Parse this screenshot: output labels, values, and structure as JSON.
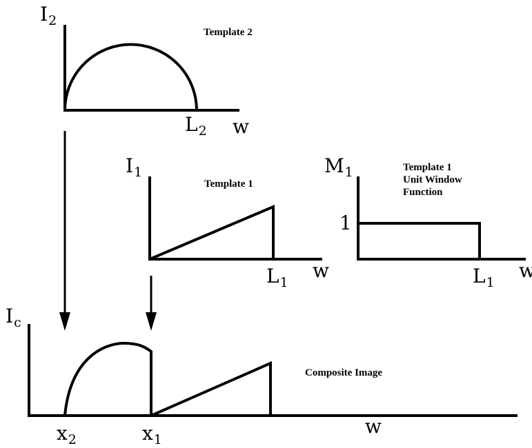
{
  "template2": {
    "caption": "Template 2",
    "y_axis": {
      "main": "I",
      "sub": "2"
    },
    "x_mark": {
      "main": "L",
      "sub": "2"
    },
    "x_axis": "w"
  },
  "template1": {
    "caption": "Template 1",
    "y_axis": {
      "main": "I",
      "sub": "1"
    },
    "x_mark": {
      "main": "L",
      "sub": "1"
    },
    "x_axis": "w"
  },
  "window_function": {
    "caption_lines": [
      "Template 1",
      "Unit Window",
      "Function"
    ],
    "y_axis": {
      "main": "M",
      "sub": "1"
    },
    "level_label": "1",
    "x_mark": {
      "main": "L",
      "sub": "1"
    },
    "x_axis": "w"
  },
  "composite": {
    "caption": "Composite Image",
    "y_axis": {
      "main": "I",
      "sub": "c"
    },
    "x_marks": [
      {
        "main": "x",
        "sub": "2"
      },
      {
        "main": "x",
        "sub": "1"
      }
    ],
    "x_axis": "w"
  }
}
